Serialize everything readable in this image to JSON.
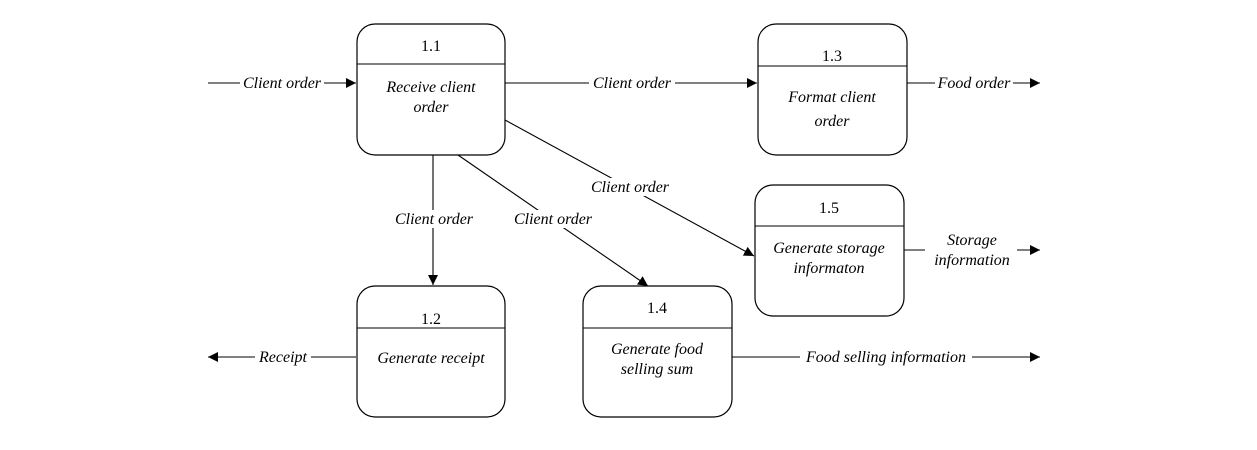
{
  "processes": [
    {
      "id": "1.1",
      "label_lines": [
        "Receive client",
        "order"
      ]
    },
    {
      "id": "1.2",
      "label_lines": [
        "Generate receipt"
      ]
    },
    {
      "id": "1.3",
      "label_lines": [
        "Format client",
        "order"
      ]
    },
    {
      "id": "1.4",
      "label_lines": [
        "Generate food",
        "selling sum"
      ]
    },
    {
      "id": "1.5",
      "label_lines": [
        "Generate storage",
        "informaton"
      ]
    }
  ],
  "flows": [
    {
      "id": "in-client-order",
      "label": "Client order"
    },
    {
      "id": "p11-to-p13",
      "label": "Client order"
    },
    {
      "id": "p13-out",
      "label": "Food order"
    },
    {
      "id": "p11-to-p12",
      "label": "Client order"
    },
    {
      "id": "p11-to-p14",
      "label": "Client order"
    },
    {
      "id": "p11-to-p15",
      "label": "Client order"
    },
    {
      "id": "p15-out",
      "label_lines": [
        "Storage",
        "information"
      ]
    },
    {
      "id": "p12-out",
      "label": "Receipt"
    },
    {
      "id": "p14-out",
      "label": "Food selling information"
    }
  ]
}
